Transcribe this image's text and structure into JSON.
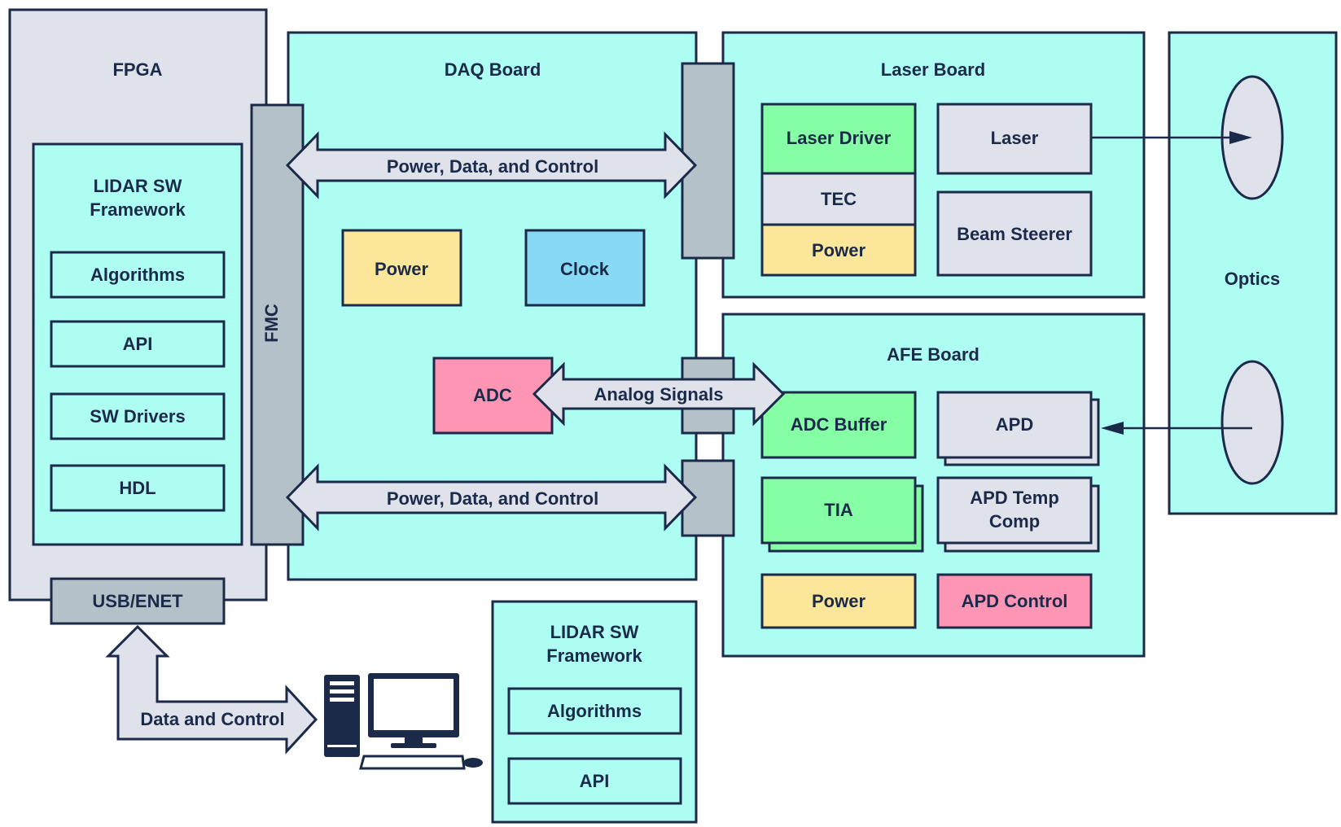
{
  "fpga": {
    "title": "FPGA",
    "framework_title_line1": "LIDAR SW",
    "framework_title_line2": "Framework",
    "items": [
      "Algorithms",
      "API",
      "SW Drivers",
      "HDL"
    ],
    "usb_label": "USB/ENET"
  },
  "fmc": {
    "label": "FMC"
  },
  "daq": {
    "title": "DAQ Board",
    "bus_top_label": "Power, Data, and Control",
    "bus_bottom_label": "Power, Data, and Control",
    "power_label": "Power",
    "clock_label": "Clock",
    "adc_label": "ADC",
    "analog_label": "Analog Signals"
  },
  "laser_board": {
    "title": "Laser Board",
    "laser_driver": "Laser Driver",
    "tec": "TEC",
    "power": "Power",
    "laser": "Laser",
    "beam_steerer": "Beam Steerer"
  },
  "afe_board": {
    "title": "AFE Board",
    "adc_buffer": "ADC Buffer",
    "apd": "APD",
    "tia": "TIA",
    "apd_temp_line1": "APD Temp",
    "apd_temp_line2": "Comp",
    "power": "Power",
    "apd_control": "APD Control"
  },
  "optics": {
    "title": "Optics"
  },
  "host": {
    "data_control_label": "Data and Control",
    "framework_title_line1": "LIDAR SW",
    "framework_title_line2": "Framework",
    "items": [
      "Algorithms",
      "API"
    ]
  },
  "colors": {
    "cyan": "#adfdf3",
    "gray": "#dfe2eb",
    "connector": "#b4c1c9",
    "green": "#86fea6",
    "yellow": "#fce699",
    "blue": "#87d9f4",
    "pink": "#fc96b4",
    "ink": "#1c2a4a"
  }
}
